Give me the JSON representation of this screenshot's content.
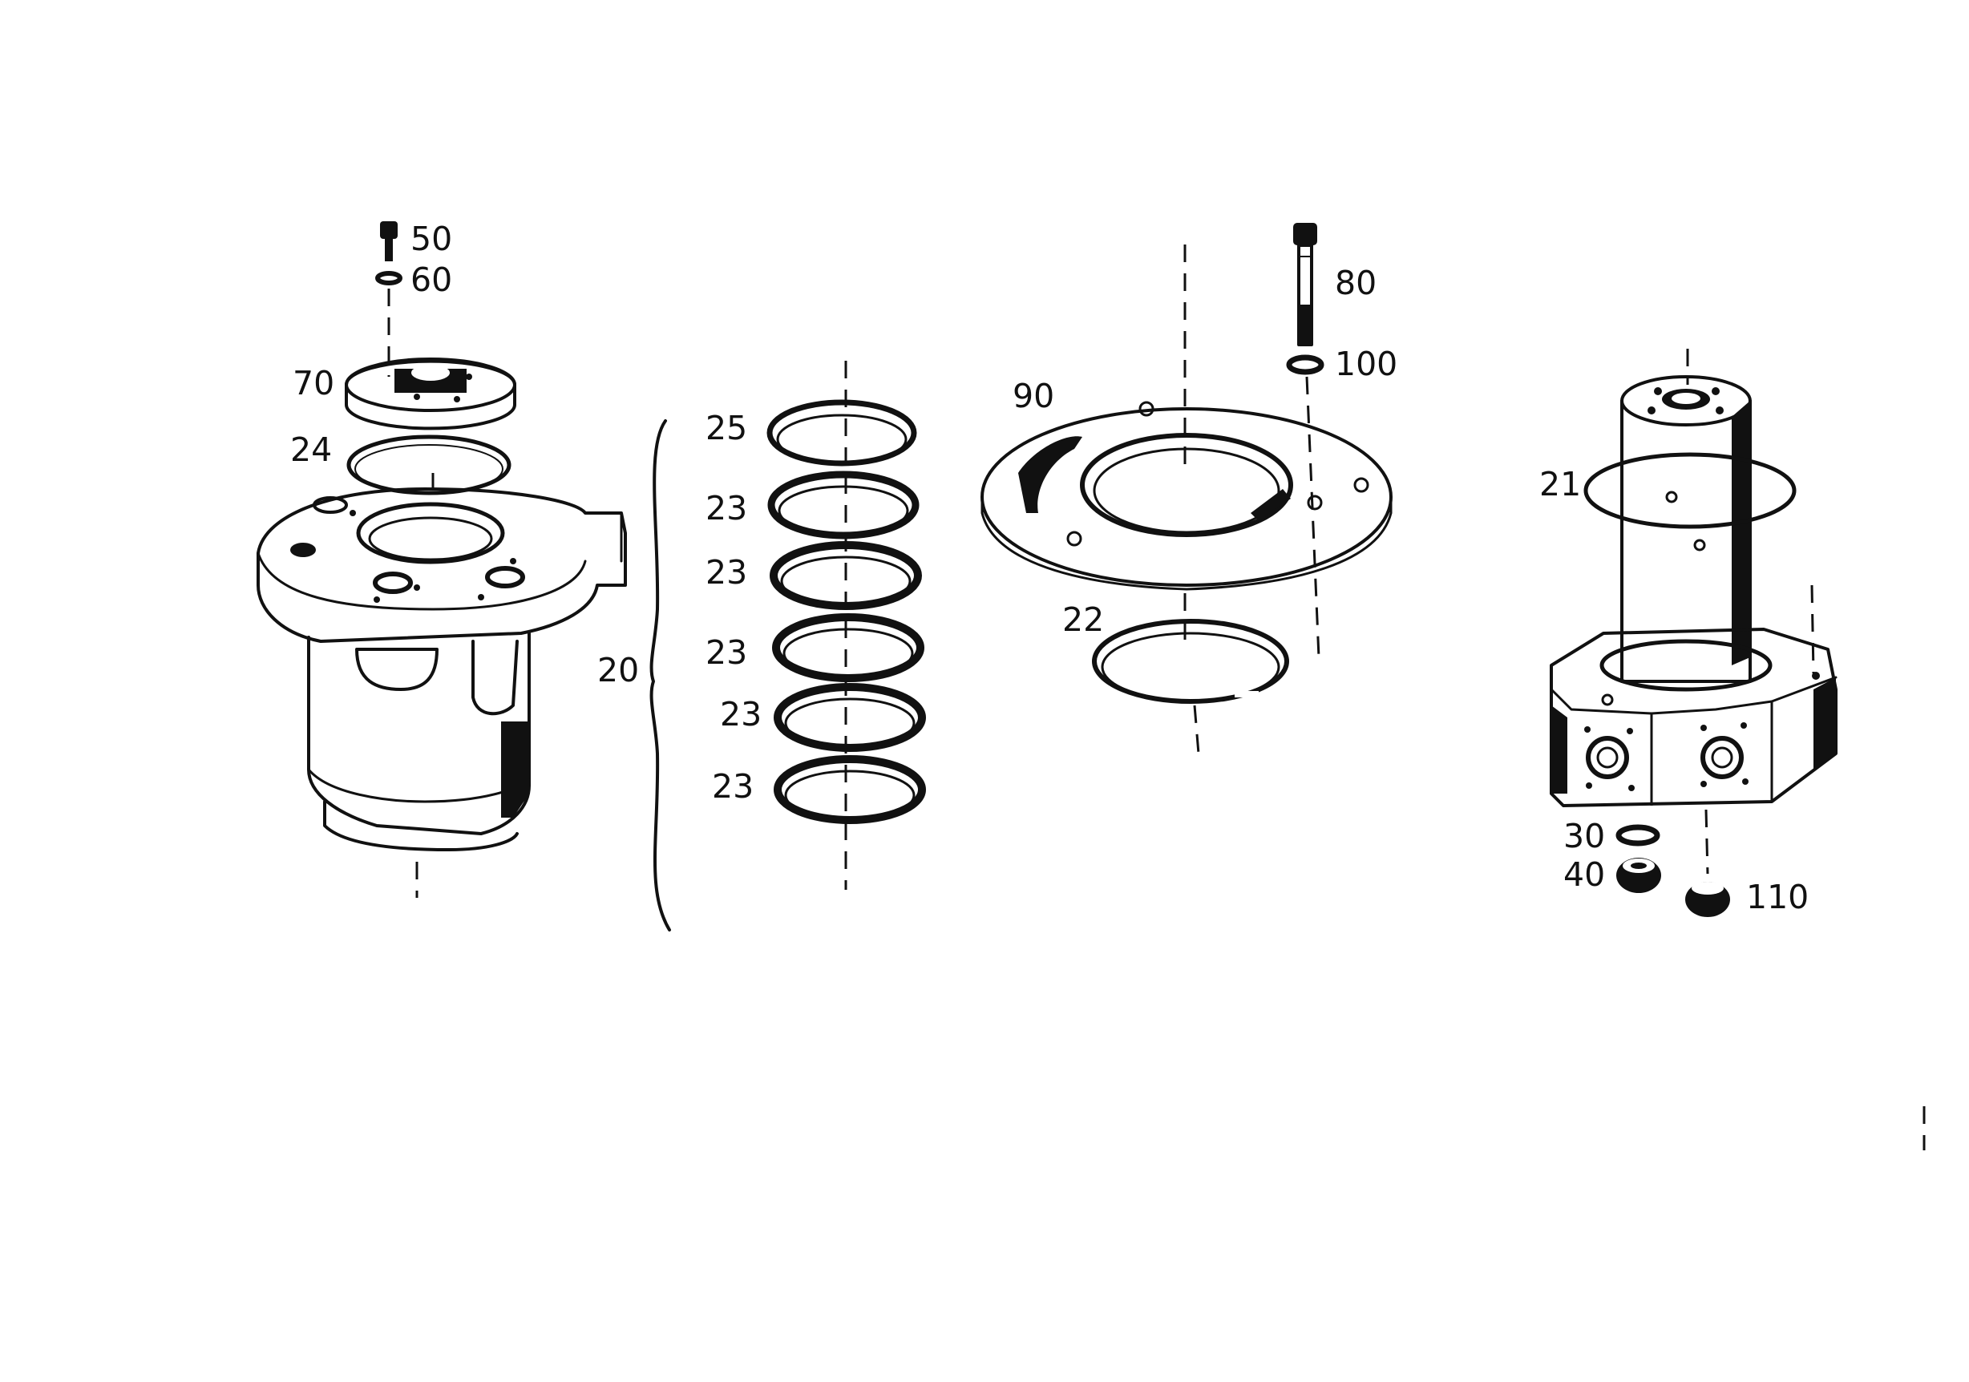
{
  "diagram": {
    "callouts": {
      "c50": "50",
      "c60": "60",
      "c70": "70",
      "c24": "24",
      "c25": "25",
      "c23a": "23",
      "c23b": "23",
      "c23c": "23",
      "c23d": "23",
      "c23e": "23",
      "c20": "20",
      "c90": "90",
      "c80": "80",
      "c100": "100",
      "c22": "22",
      "c21": "21",
      "c30": "30",
      "c40": "40",
      "c110": "110"
    },
    "colors": {
      "ink": "#111111",
      "paper": "#ffffff"
    }
  }
}
